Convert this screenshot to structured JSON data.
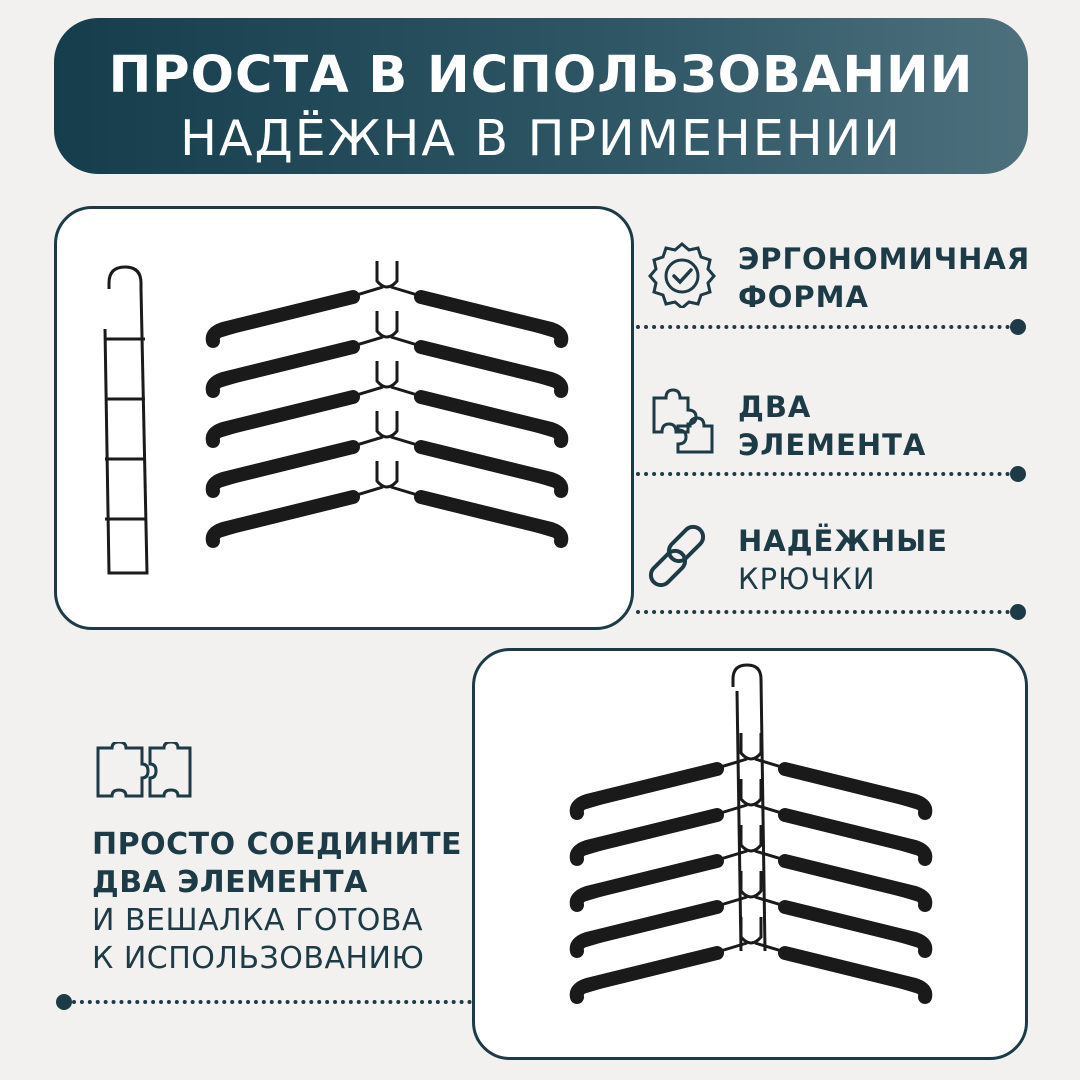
{
  "banner": {
    "line1": "ПРОСТА В ИСПОЛЬЗОВАНИИ",
    "line2": "НАДЁЖНА В ПРИМЕНЕНИИ"
  },
  "features": [
    {
      "icon": "badge-check-icon",
      "bold": "ЭРГОНОМИЧНАЯ",
      "rest": "ФОРМА",
      "rest_bold": true
    },
    {
      "icon": "puzzle-icon",
      "bold": "ДВА",
      "rest": "ЭЛЕМЕНТА",
      "rest_bold": true
    },
    {
      "icon": "chain-link-icon",
      "bold": "НАДЁЖНЫЕ",
      "rest": "КРЮЧКИ",
      "rest_bold": false
    }
  ],
  "instruction": {
    "icon": "puzzle-pieces-icon",
    "line1": "ПРОСТО СОЕДИНИТЕ",
    "line2": "ДВА ЭЛЕМЕНТА",
    "line3": "И ВЕШАЛКА ГОТОВА",
    "line4": "К ИСПОЛЬЗОВАНИЮ"
  },
  "colors": {
    "accent": "#1d3b47",
    "banner_start": "#153d4c",
    "banner_end": "#4e707d",
    "background": "#f2f1ef"
  }
}
